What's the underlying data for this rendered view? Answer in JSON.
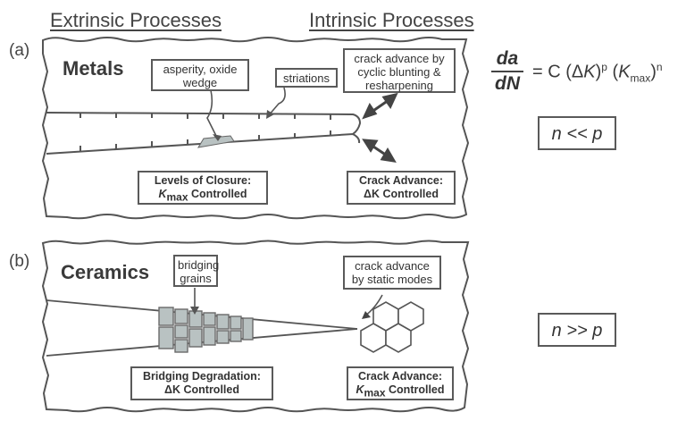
{
  "headings": {
    "extrinsic": "Extrinsic Processes",
    "intrinsic": "Intrinsic Processes"
  },
  "panel_a": {
    "tag": "(a)",
    "material": "Metals",
    "callouts": {
      "asperity": "asperity, oxide wedge",
      "striations": "striations",
      "crack_advance": "crack advance by cyclic blunting & resharpening"
    },
    "closure": {
      "line1": "Levels of Closure:",
      "k_symbol": "K",
      "k_sub": "max",
      "line2_rest": " Controlled"
    },
    "crack_box": {
      "line1": "Crack Advance:",
      "line2": "ΔK Controlled"
    },
    "ratio": "n << p"
  },
  "panel_b": {
    "tag": "(b)",
    "material": "Ceramics",
    "callouts": {
      "bridging": "bridging grains",
      "crack_advance": "crack advance by static modes"
    },
    "bridging_box": {
      "line1": "Bridging Degradation:",
      "line2": "ΔK Controlled"
    },
    "crack_box": {
      "line1": "Crack Advance:",
      "k_symbol": "K",
      "k_sub": "max",
      "line2_rest": " Controlled"
    },
    "ratio": "n >> p"
  },
  "equation": {
    "numerator": "da",
    "denominator": "dN",
    "rhs_start": "= C (Δ",
    "k1": "K",
    "exp_p": "p",
    "mid": " (",
    "k2": "K",
    "sub_max": "max",
    "close": ")",
    "exp_n": "n"
  }
}
